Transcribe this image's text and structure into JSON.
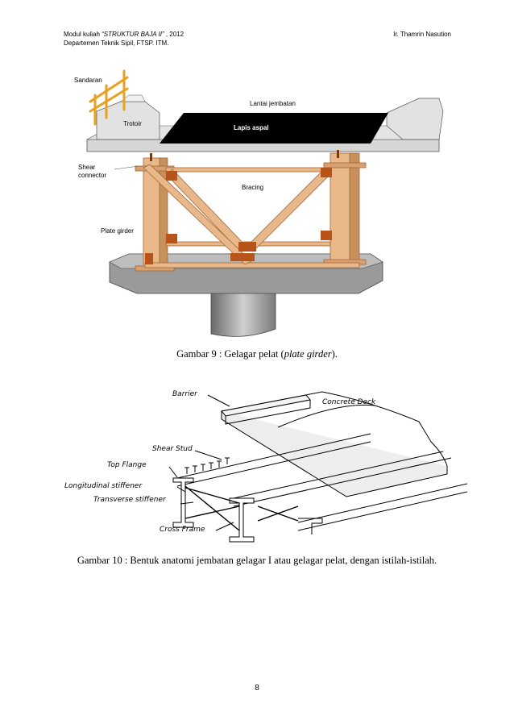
{
  "header": {
    "left_prefix": "Modul kuliah ",
    "left_title": "“STRUKTUR BAJA II”",
    "left_year": " , 2012",
    "left_line2": "Departemen Teknik Sipil, FTSP. ITM.",
    "right": "Ir. Thamrin Nasution"
  },
  "figure9": {
    "labels": {
      "sandaran": "Sandaran",
      "lantai": "Lantai jembatan",
      "trotoir": "Trotoir",
      "lapis": "Lapis aspal",
      "shear1": "Shear",
      "shear2": "connector",
      "bracing": "Bracing",
      "plate": "Plate girder"
    },
    "caption_prefix": "Gambar 9 : Gelagar pelat (",
    "caption_italic": "plate girder",
    "caption_suffix": ")."
  },
  "figure10": {
    "labels": {
      "barrier": "Barrier",
      "deck": "Concrete Deck",
      "stud": "Shear Stud",
      "flange": "Top Flange",
      "long": "Longitudinal stiffener",
      "trans": "Transverse stiffener",
      "frame": "Cross Frame"
    },
    "caption": "Gambar 10 : Bentuk anatomi jembatan gelagar I atau gelagar pelat, dengan istilah-istilah."
  },
  "page_number": "8",
  "colors": {
    "girder": "#e8b88a",
    "plate": "#b8541a",
    "asphalt": "#000000",
    "concrete": "#c8c8c8",
    "railing": "#e8a020"
  }
}
